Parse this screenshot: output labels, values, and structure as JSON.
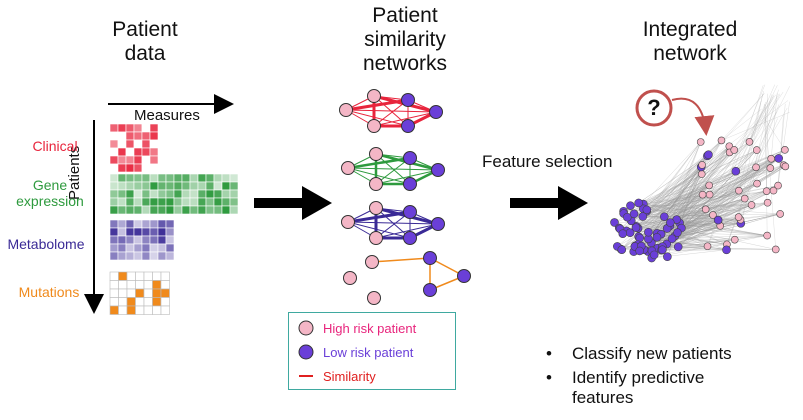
{
  "titles": {
    "patient_data": [
      "Patient",
      "data"
    ],
    "similarity": [
      "Patient",
      "similarity",
      "networks"
    ],
    "integrated": [
      "Integrated",
      "network"
    ]
  },
  "axes": {
    "measures": "Measures",
    "patients": "Patients"
  },
  "row_labels": {
    "clinical": [
      "Clinical"
    ],
    "gene": [
      "Gene",
      "expression"
    ],
    "metabolome": [
      "Metabolome"
    ],
    "mutations": [
      "Mutations"
    ]
  },
  "feature_selection": "Feature selection",
  "question_mark": "?",
  "legend": {
    "high_risk": "High risk patient",
    "low_risk": "Low risk patient",
    "similarity": "Similarity"
  },
  "bullets": [
    [
      "Classify new patients"
    ],
    [
      "Identify predictive",
      "features"
    ]
  ],
  "colors": {
    "clinical": "#e8243c",
    "gene": "#2e9a3e",
    "metabolome": "#3a2a96",
    "mutations": "#f08a1c",
    "high_risk_fill": "#f4b6c6",
    "low_risk_fill": "#6a3fd8",
    "legend_border": "#3fa9a0",
    "similarity_line": "#e02020",
    "question_arrow": "#c0504d"
  }
}
